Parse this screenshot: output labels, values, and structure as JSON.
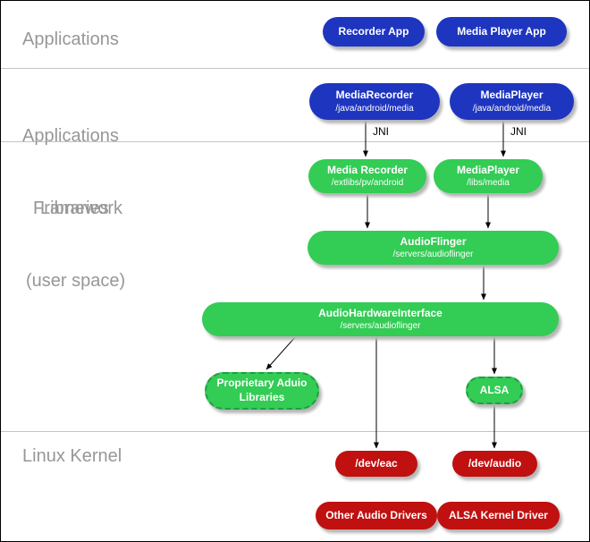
{
  "layers": {
    "applications": "Applications",
    "framework_line1": "Applications",
    "framework_line2": "Framework",
    "libraries_line1": "Libraries",
    "libraries_line2": "(user space)",
    "kernel": "Linux Kernel"
  },
  "labels": {
    "jni_left": "JNI",
    "jni_right": "JNI"
  },
  "nodes": {
    "recorder_app": {
      "title": "Recorder App"
    },
    "media_player_app": {
      "title": "Media Player App"
    },
    "media_recorder_framework": {
      "title": "MediaRecorder",
      "subtitle": "/java/android/media"
    },
    "media_player_framework": {
      "title": "MediaPlayer",
      "subtitle": "/java/android/media"
    },
    "media_recorder_lib": {
      "title": "Media Recorder",
      "subtitle": "/extlibs/pv/android"
    },
    "media_player_lib": {
      "title": "MediaPlayer",
      "subtitle": "/libs/media"
    },
    "audio_flinger": {
      "title": "AudioFlinger",
      "subtitle": "/servers/audioflinger"
    },
    "audio_hardware_interface": {
      "title": "AudioHardwareInterface",
      "subtitle": "/servers/audioflinger"
    },
    "proprietary_audio_libraries": {
      "title": "Proprietary Aduio",
      "title2": "Libraries"
    },
    "alsa": {
      "title": "ALSA"
    },
    "dev_eac": {
      "title": "/dev/eac"
    },
    "dev_audio": {
      "title": "/dev/audio"
    },
    "other_audio_drivers": {
      "title": "Other Audio Drivers"
    },
    "alsa_kernel_driver": {
      "title": "ALSA Kernel Driver"
    }
  },
  "colors": {
    "app_node": "#1e35c0",
    "library_node": "#33cc55",
    "library_node_border": "#1f9e43",
    "kernel_node": "#c01010",
    "layer_label": "#979797"
  }
}
